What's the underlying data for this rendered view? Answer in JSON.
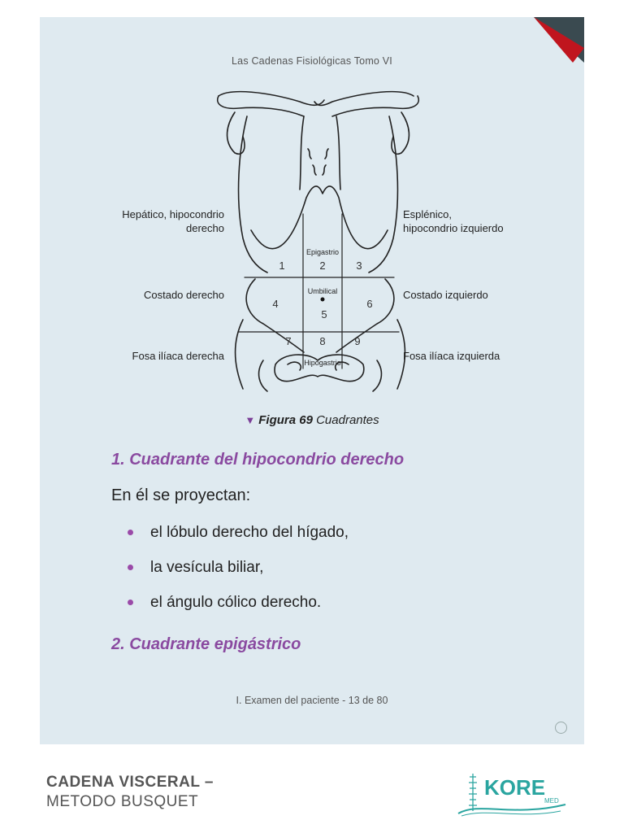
{
  "book_title": "Las Cadenas Fisiológicas Tomo VI",
  "figure": {
    "left_labels": [
      "Hepático, hipocondrio",
      "derecho",
      "Costado derecho",
      "Fosa ilíaca derecha"
    ],
    "right_labels": [
      "Esplénico,",
      "hipocondrio izquierdo",
      "Costado izquierdo",
      "Fosa ilíaca izquierda"
    ],
    "region_labels": [
      "Epigastrio",
      "Umbilical",
      "Hipogastrio"
    ],
    "numbers": [
      "1",
      "2",
      "3",
      "4",
      "5",
      "6",
      "7",
      "8",
      "9"
    ]
  },
  "caption": {
    "prefix": "Figura 69",
    "text": " Cuadrantes"
  },
  "heading1": "1. Cuadrante del hipocondrio derecho",
  "intro": "En él se proyectan:",
  "bullets": [
    "el lóbulo derecho del hígado,",
    "la vesícula biliar,",
    "el ángulo cólico derecho."
  ],
  "heading2": "2. Cuadrante epigástrico",
  "page_footer": "I. Examen del paciente - 13 de 80",
  "brand": {
    "line1": "CADENA VISCERAL –",
    "line2": "METODO BUSQUET"
  },
  "logo": {
    "text": "KORE",
    "sub": "MED"
  },
  "colors": {
    "page_bg": "#dfeaf0",
    "heading": "#8a4aa0",
    "corner_red": "#c0151e",
    "corner_dark": "#3a4a50",
    "logo_teal": "#2aa5a0"
  }
}
